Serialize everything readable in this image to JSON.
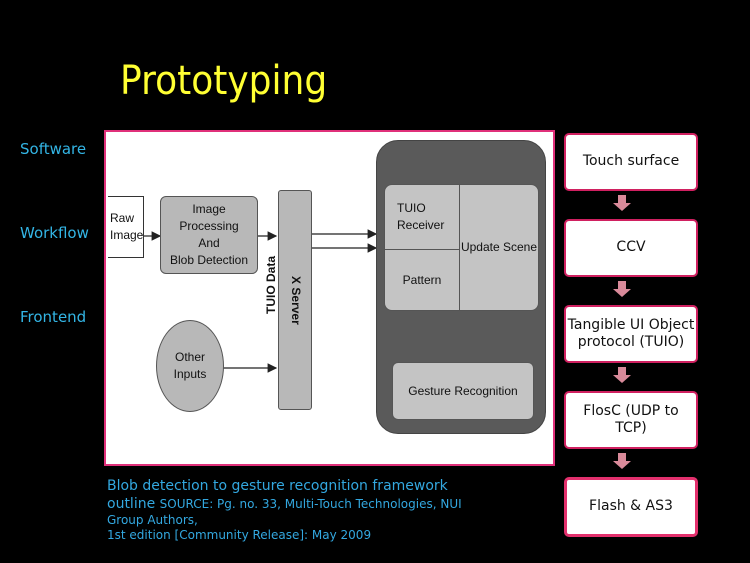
{
  "title": "Prototyping",
  "side_labels": [
    "Software",
    "Workflow",
    "Frontend"
  ],
  "diagram": {
    "raw_image": "Raw\nImage",
    "image_processing": "Image Processing\nAnd\nBlob Detection",
    "other_inputs": "Other Inputs",
    "tuio_data": "TUIO Data",
    "x_server": "X Server",
    "tuio_receiver": "TUIO\nReceiver",
    "pattern": "Pattern",
    "update_scene": "Update Scene",
    "gesture_recognition": "Gesture Recognition"
  },
  "caption": {
    "line1": "Blob detection to gesture recognition framework",
    "line2_main": "outline",
    "line2_source": "SOURCE: Pg. no. 33, Multi-Touch Technologies, NUI",
    "line3": "Group Authors,",
    "line4": "1st edition [Community Release]: May 2009"
  },
  "flow_steps": [
    "Touch surface",
    "CCV",
    "Tangible UI Object protocol (TUIO)",
    "FlosC (UDP to TCP)",
    "Flash & AS3"
  ],
  "colors": {
    "title": "#ffff33",
    "side_label": "#33b5e5",
    "flow_border": "#d02060",
    "arrow": "#d98a9a"
  }
}
